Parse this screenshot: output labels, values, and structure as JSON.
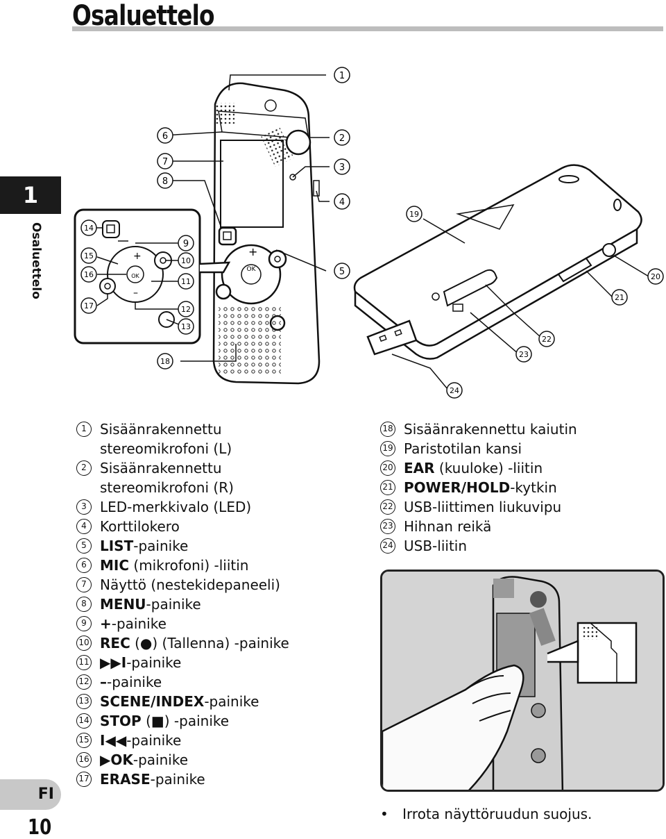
{
  "header": {
    "title": "Osaluettelo"
  },
  "side": {
    "chapter_number": "1",
    "chapter_title": "Osaluettelo",
    "language": "FI",
    "page_number": "10"
  },
  "callouts": [
    "1",
    "2",
    "3",
    "4",
    "5",
    "6",
    "7",
    "8",
    "9",
    "10",
    "11",
    "12",
    "13",
    "14",
    "15",
    "16",
    "17",
    "18",
    "19",
    "20",
    "21",
    "22",
    "23",
    "24"
  ],
  "diagram_labels": {
    "ok": "OK",
    "plus": "+",
    "minus": "–"
  },
  "parts_left": [
    {
      "n": "1",
      "pre": "",
      "bold": "",
      "text": "Sisäänrakennettu",
      "cont": "stereomikrofoni (L)"
    },
    {
      "n": "2",
      "pre": "",
      "bold": "",
      "text": "Sisäänrakennettu",
      "cont": "stereomikrofoni (R)"
    },
    {
      "n": "3",
      "pre": "",
      "bold": "",
      "text": "LED-merkkivalo (LED)",
      "cont": ""
    },
    {
      "n": "4",
      "pre": "",
      "bold": "",
      "text": "Korttilokero",
      "cont": ""
    },
    {
      "n": "5",
      "pre": "",
      "bold": "LIST",
      "text": "-painike",
      "cont": ""
    },
    {
      "n": "6",
      "pre": "",
      "bold": "MIC",
      "text": " (mikrofoni) -liitin",
      "cont": ""
    },
    {
      "n": "7",
      "pre": "",
      "bold": "",
      "text": "Näyttö (nestekidepaneeli)",
      "cont": ""
    },
    {
      "n": "8",
      "pre": "",
      "bold": "MENU",
      "text": "-painike",
      "cont": ""
    },
    {
      "n": "9",
      "pre": "",
      "bold": "+",
      "text": "-painike",
      "cont": ""
    },
    {
      "n": "10",
      "pre": "",
      "bold": "REC",
      "text": " (●) (Tallenna) -painike",
      "cont": ""
    },
    {
      "n": "11",
      "pre": "",
      "bold": "▶▶I",
      "text": "-painike",
      "cont": ""
    },
    {
      "n": "12",
      "pre": "",
      "bold": "–",
      "text": "-painike",
      "cont": ""
    },
    {
      "n": "13",
      "pre": "",
      "bold": "SCENE/INDEX",
      "text": "-painike",
      "cont": ""
    },
    {
      "n": "14",
      "pre": "",
      "bold": "STOP",
      "text": " (■) -painike",
      "cont": ""
    },
    {
      "n": "15",
      "pre": "",
      "bold": "I◀◀",
      "text": "-painike",
      "cont": ""
    },
    {
      "n": "16",
      "pre": "",
      "bold": "▶OK",
      "text": "-painike",
      "cont": ""
    },
    {
      "n": "17",
      "pre": "",
      "bold": "ERASE",
      "text": "-painike",
      "cont": ""
    }
  ],
  "parts_right": [
    {
      "n": "18",
      "bold": "",
      "text": "Sisäänrakennettu kaiutin"
    },
    {
      "n": "19",
      "bold": "",
      "text": "Paristotilan kansi"
    },
    {
      "n": "20",
      "bold": "EAR",
      "text": " (kuuloke) -liitin"
    },
    {
      "n": "21",
      "bold": "POWER/HOLD",
      "text": "-kytkin"
    },
    {
      "n": "22",
      "bold": "",
      "text": "USB-liittimen liukuvipu"
    },
    {
      "n": "23",
      "bold": "",
      "text": "Hihnan reikä"
    },
    {
      "n": "24",
      "bold": "",
      "text": "USB-liitin"
    }
  ],
  "note": {
    "bullet": "•",
    "text": "Irrota näyttöruudun suojus."
  }
}
